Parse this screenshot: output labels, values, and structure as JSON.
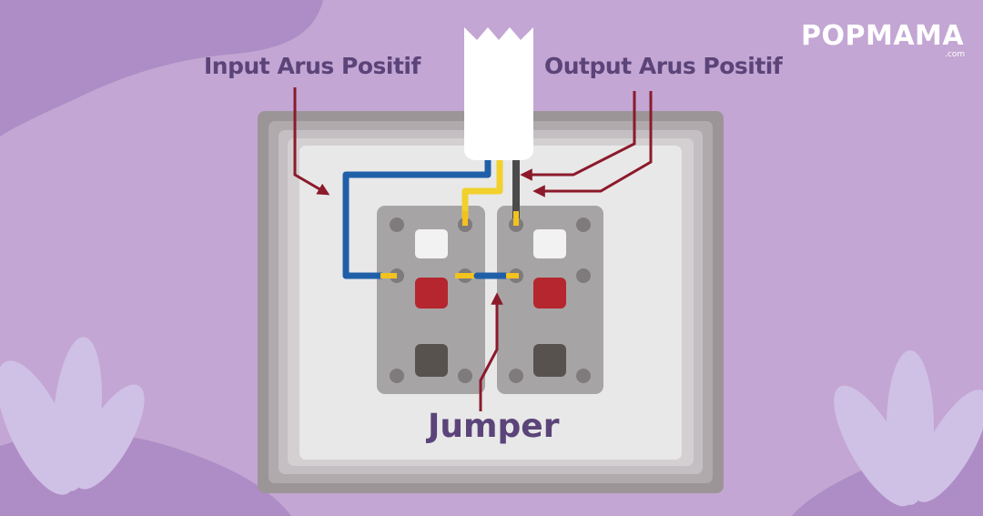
{
  "labels": {
    "input": "Input Arus Positif",
    "output": "Output Arus Positif",
    "jumper": "Jumper"
  },
  "brand": {
    "name": "POPMAMA",
    "suffix": ".com"
  },
  "colors": {
    "background": "#c3a6d3",
    "label_text": "#5b4479",
    "arrow": "#8b1a2b",
    "wire_blue": "#1f5fa8",
    "wire_yellow": "#f2d12e",
    "wire_dark": "#4a4a4a",
    "switch_red": "#b5262f",
    "switch_white": "#f2f2f2",
    "switch_dark": "#58524f"
  },
  "icons": {
    "left_switch": "double-switch-left",
    "right_switch": "double-switch-right",
    "cable": "cable-sleeve"
  }
}
